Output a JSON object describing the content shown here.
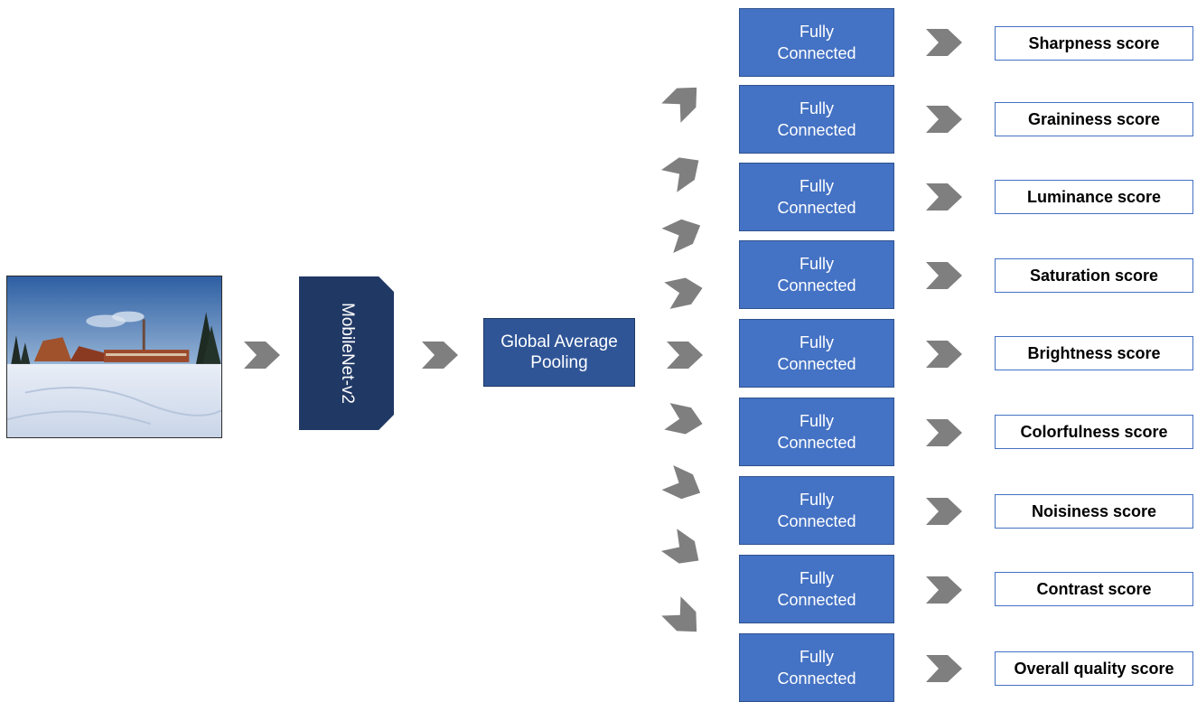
{
  "input_image": {
    "description_icon": "snowy-campus-photo"
  },
  "backbone": {
    "label": "MobileNet-v2"
  },
  "pooling": {
    "line1": "Global Average",
    "line2": "Pooling"
  },
  "heads": [
    {
      "fc_label": "Fully\nConnected",
      "score_label": "Sharpness score"
    },
    {
      "fc_label": "Fully\nConnected",
      "score_label": "Graininess score"
    },
    {
      "fc_label": "Fully\nConnected",
      "score_label": "Luminance score"
    },
    {
      "fc_label": "Fully\nConnected",
      "score_label": "Saturation score"
    },
    {
      "fc_label": "Fully\nConnected",
      "score_label": "Brightness score"
    },
    {
      "fc_label": "Fully\nConnected",
      "score_label": "Colorfulness score"
    },
    {
      "fc_label": "Fully\nConnected",
      "score_label": "Noisiness score"
    },
    {
      "fc_label": "Fully\nConnected",
      "score_label": "Contrast score"
    },
    {
      "fc_label": "Fully\nConnected",
      "score_label": "Overall quality score"
    }
  ],
  "colors": {
    "backbone": "#203864",
    "pooling": "#2f5597",
    "fully_connected": "#4472c4",
    "arrow": "#7f7f7f",
    "score_border": "#4472c4"
  }
}
